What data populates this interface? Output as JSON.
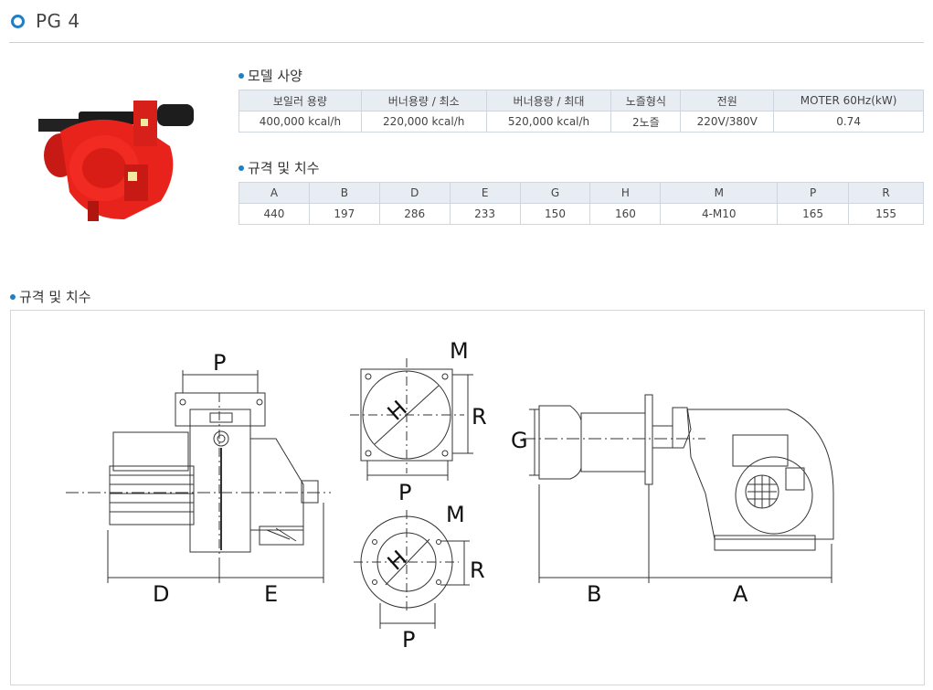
{
  "page": {
    "title": "PG 4"
  },
  "model_spec": {
    "heading": "모델 사양",
    "headers": [
      "보일러 용량",
      "버너용량 / 최소",
      "버너용량 / 최대",
      "노즐형식",
      "전원",
      "MOTER 60Hz(kW)"
    ],
    "row": [
      "400,000 kcal/h",
      "220,000 kcal/h",
      "520,000 kcal/h",
      "2노즐",
      "220V/380V",
      "0.74"
    ]
  },
  "dimensions": {
    "heading": "규격 및 치수",
    "headers": [
      "A",
      "B",
      "D",
      "E",
      "G",
      "H",
      "M",
      "P",
      "R"
    ],
    "row": [
      "440",
      "197",
      "286",
      "233",
      "150",
      "160",
      "4-M10",
      "165",
      "155"
    ]
  },
  "drawing": {
    "heading": "규격 및 치수",
    "labels": {
      "p_top": "P",
      "d": "D",
      "e": "E",
      "m_sq": "M",
      "h_sq": "H",
      "r_sq": "R",
      "p_sq": "P",
      "m_rd": "M",
      "h_rd": "H",
      "r_rd": "R",
      "p_rd": "P",
      "g": "G",
      "b": "B",
      "a": "A"
    }
  },
  "colors": {
    "accent": "#1f7fc4",
    "burner_red": "#e8231c",
    "header_bg": "#e8edf4"
  }
}
